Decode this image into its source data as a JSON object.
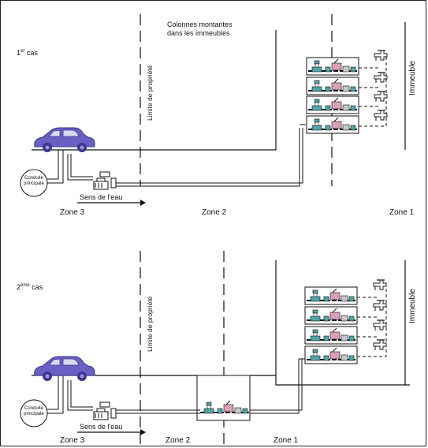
{
  "colors": {
    "car_body": "#6a5fc2",
    "car_dark": "#3c3591",
    "line": "#111111",
    "meter_pink": "#d9a0b8",
    "meter_teal": "#4ea6a9",
    "meter_gray": "#c8c8c8"
  },
  "top_title": {
    "line1": "Colonnes montantes",
    "line2": "dans les immeubles"
  },
  "case1": {
    "label_prefix": "1",
    "label_sup": "er",
    "label_suffix": " cas",
    "property_limit": "Limite de propriété",
    "building": "Immeuble",
    "main_pipe_line1": "Conduite",
    "main_pipe_line2": "principale",
    "flow": "Sens de l'eau",
    "zones": [
      "Zone 3",
      "Zone 2",
      "Zone 1"
    ]
  },
  "case2": {
    "label_prefix": "2",
    "label_sup": "ème",
    "label_suffix": " cas",
    "property_limit": "Limite de propriété",
    "building": "Immeuble",
    "main_pipe_line1": "Conduite",
    "main_pipe_line2": "principale",
    "flow": "Sens de l'eau",
    "zones": [
      "Zone 3",
      "Zone 2",
      "Zone 1"
    ]
  }
}
